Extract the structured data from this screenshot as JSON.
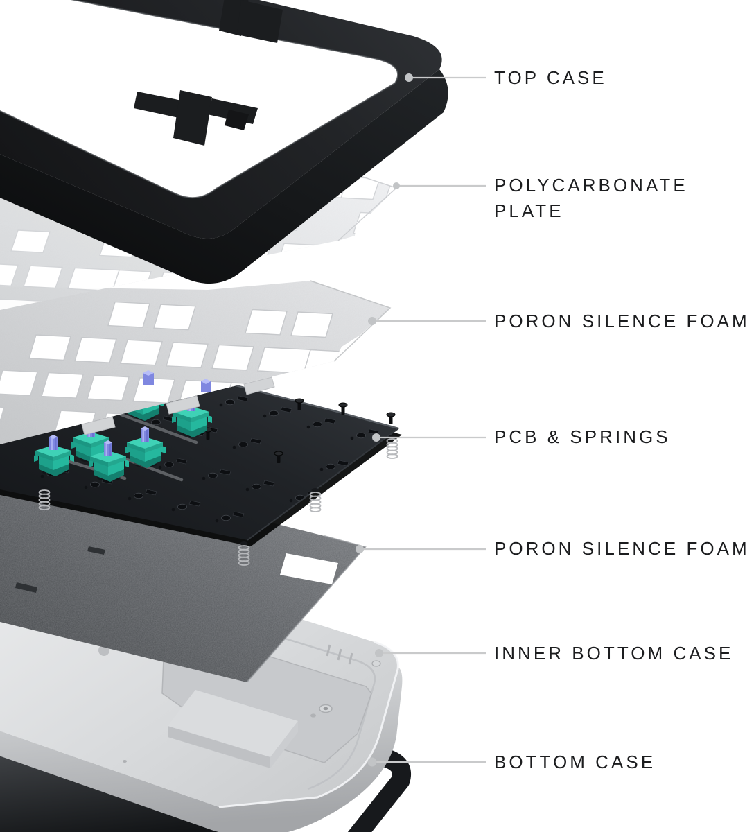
{
  "diagram": {
    "subject": "keyboard-exploded-view",
    "background": "#ffffff"
  },
  "labels": [
    {
      "id": "top-case",
      "text": "TOP CASE"
    },
    {
      "id": "polycarbonate-plate",
      "text": "POLYCARBONATE PLATE"
    },
    {
      "id": "poron-silence-foam-upper",
      "text": "PORON SILENCE FOAM"
    },
    {
      "id": "pcb-springs",
      "text": "PCB & SPRINGS"
    },
    {
      "id": "poron-silence-foam-lower",
      "text": "PORON SILENCE FOAM"
    },
    {
      "id": "inner-bottom-case",
      "text": "INNER BOTTOM CASE"
    },
    {
      "id": "bottom-case",
      "text": "BOTTOM CASE"
    }
  ],
  "colors": {
    "label_text": "#1c1d1f",
    "leader_line": "#c9cacb",
    "leader_dot": "#c2c4c6",
    "top_case": "#202225",
    "polycarbonate_plate": "#e9eaec",
    "poron_foam_upper": "#d9dadc",
    "pcb": "#212428",
    "switch_housing_teal": "#25b89e",
    "switch_stem_purple": "#7f87e0",
    "poron_foam_lower": "#5b5e62",
    "inner_bottom_case": "#d9dadc",
    "bottom_case": "#17191c"
  }
}
